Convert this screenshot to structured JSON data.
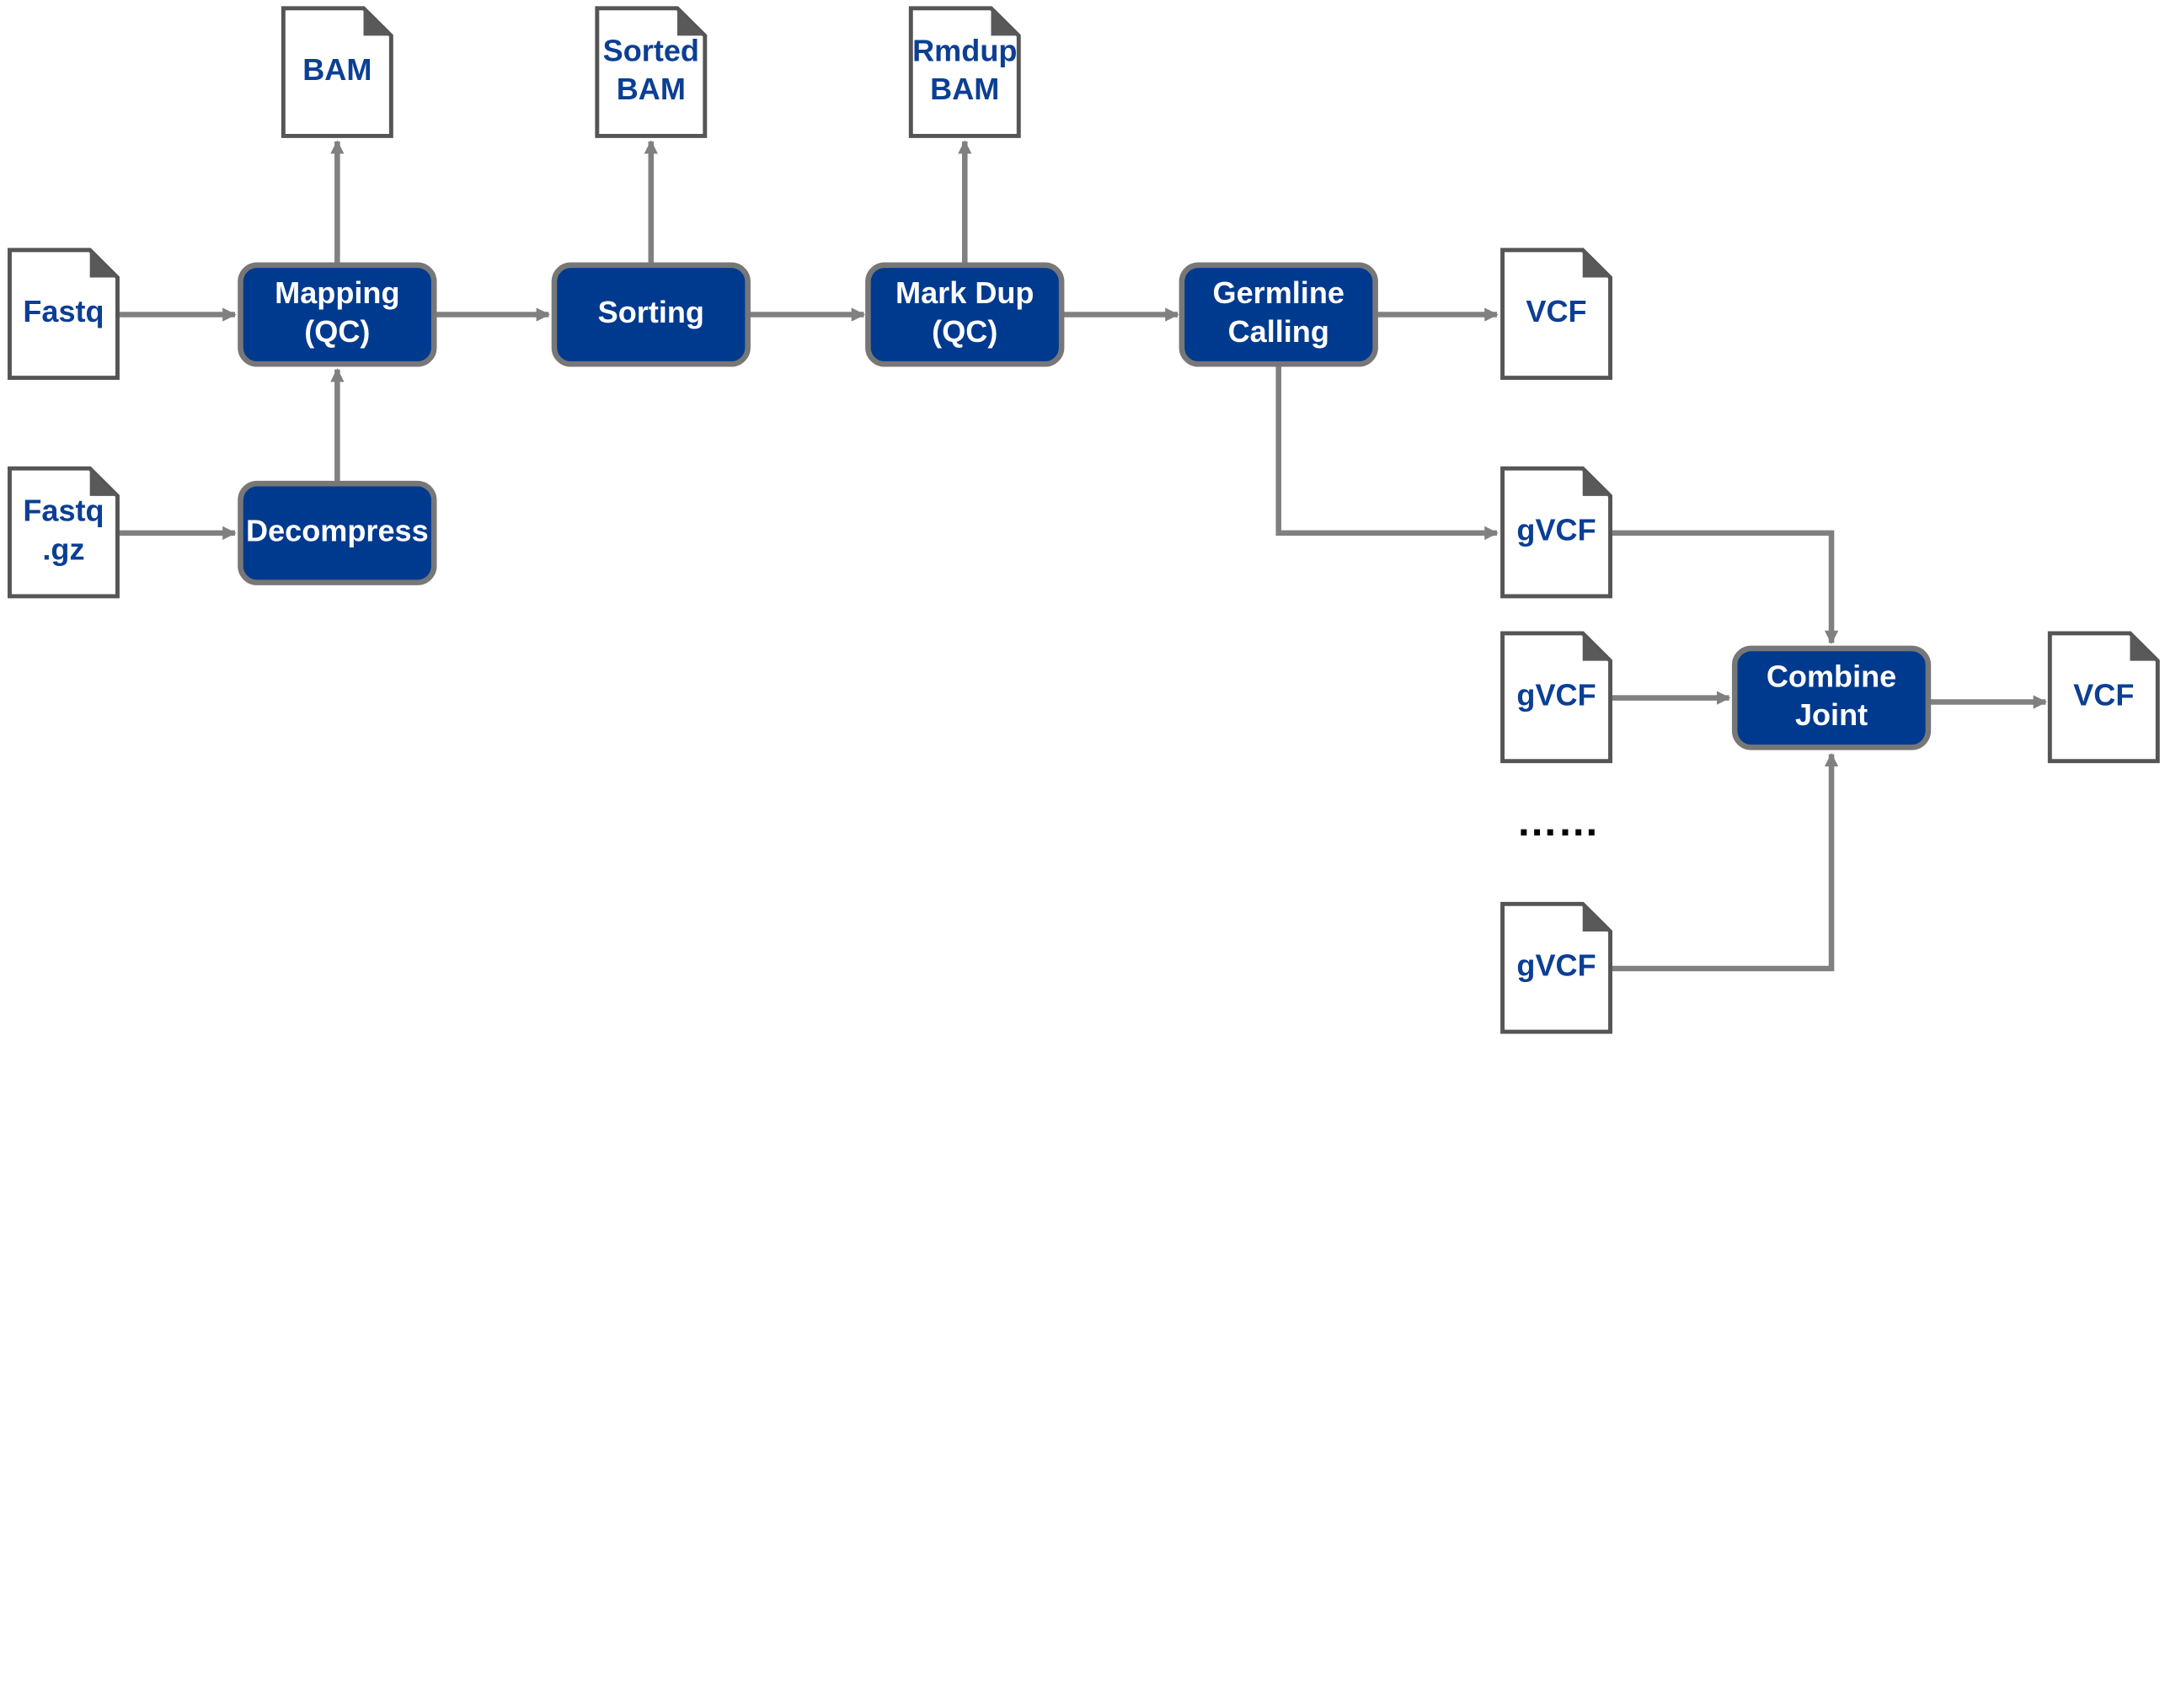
{
  "colors": {
    "process_fill": "#003a8f",
    "border_gray": "#777777",
    "file_text": "#0c3f94",
    "connector": "#808080",
    "process_text": "#ffffff"
  },
  "files": {
    "fastq": [
      "Fastq"
    ],
    "fastq_gz": [
      "Fastq",
      ".gz"
    ],
    "bam": [
      "BAM"
    ],
    "sorted_bam": [
      "Sorted",
      "BAM"
    ],
    "rmdup_bam": [
      "Rmdup",
      "BAM"
    ],
    "vcf_1": [
      "VCF"
    ],
    "gvcf_1": [
      "gVCF"
    ],
    "gvcf_2": [
      "gVCF"
    ],
    "gvcf_3": [
      "gVCF"
    ],
    "vcf_2": [
      "VCF"
    ]
  },
  "processes": {
    "mapping": [
      "Mapping",
      "(QC)"
    ],
    "decompress": [
      "Decompress"
    ],
    "sorting": [
      "Sorting"
    ],
    "mark_dup": [
      "Mark Dup",
      "(QC)"
    ],
    "germline_calling": [
      "Germline",
      "Calling"
    ],
    "combine_joint": [
      "Combine",
      "Joint"
    ]
  },
  "ellipsis": "……"
}
